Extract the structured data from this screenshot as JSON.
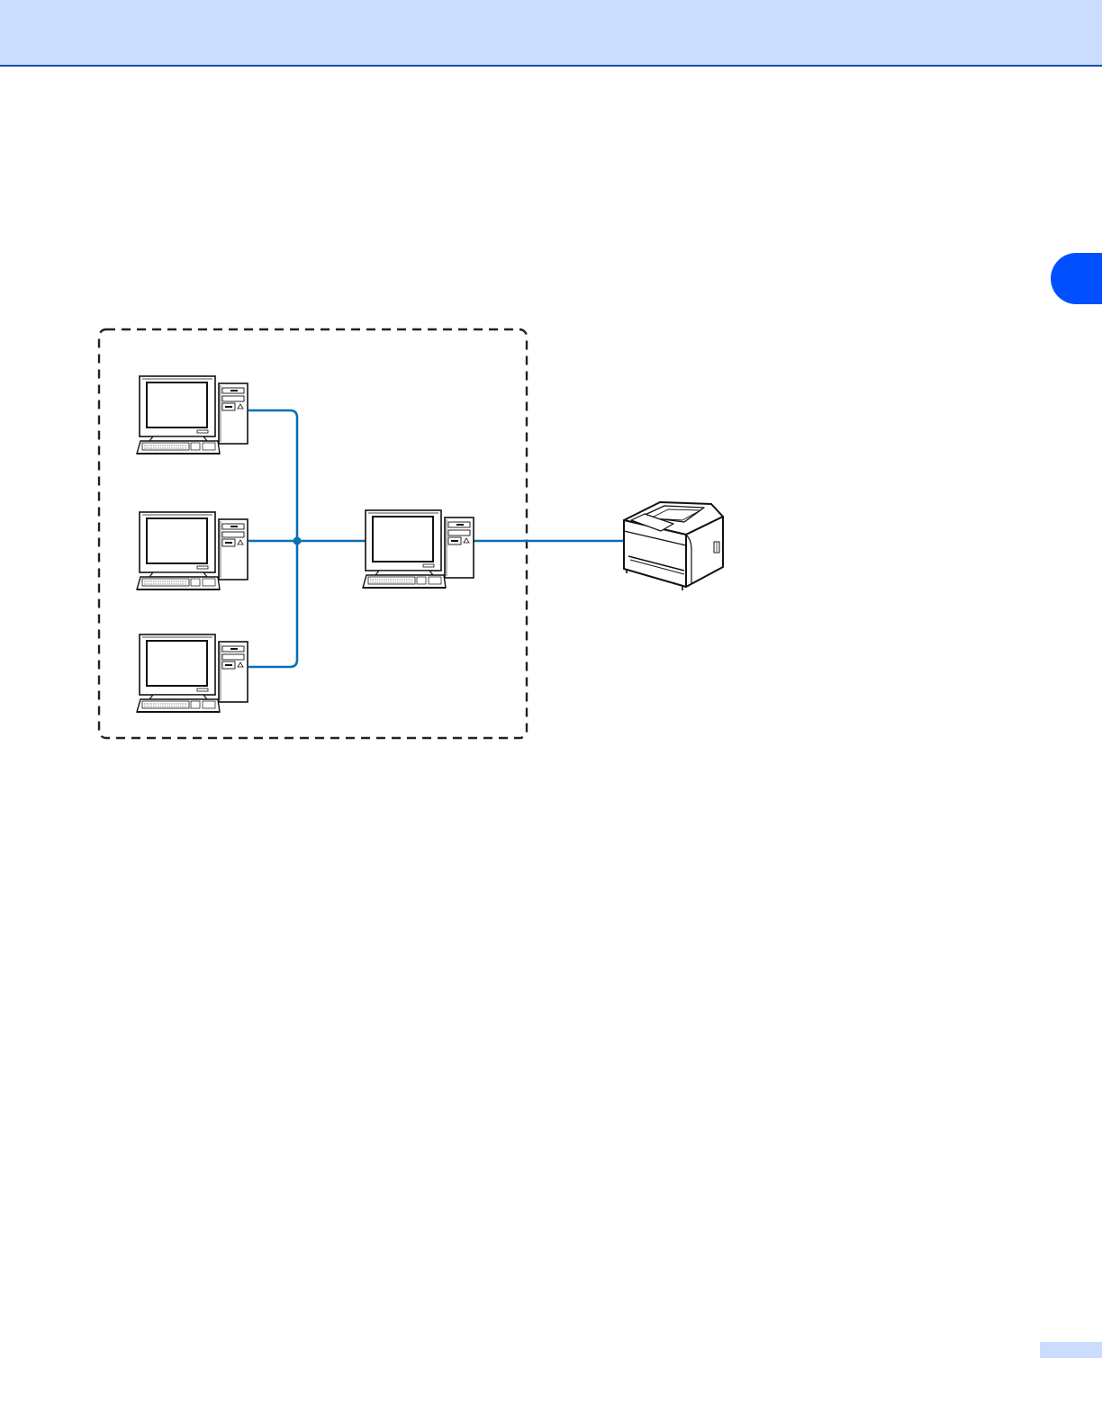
{
  "header": {
    "band_color": "#ccdcff",
    "rule_color": "#1a4fa8"
  },
  "chapter_tab": {
    "color": "#0050ff"
  },
  "page_number_box": {
    "color": "#ccdcff"
  },
  "diagram": {
    "network_line_color": "#0a6fb5",
    "computers": [
      {
        "id": "client-1",
        "icon": "desktop-computer-icon"
      },
      {
        "id": "client-2",
        "icon": "desktop-computer-icon"
      },
      {
        "id": "client-3",
        "icon": "desktop-computer-icon"
      },
      {
        "id": "server",
        "icon": "desktop-computer-icon"
      }
    ],
    "printer": {
      "icon": "laser-printer-icon"
    }
  }
}
